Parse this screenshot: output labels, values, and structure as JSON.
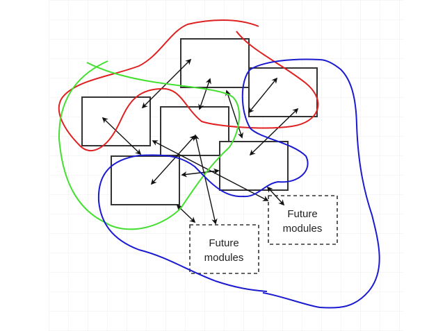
{
  "diagram": {
    "title": "",
    "modules": [
      {
        "id": "m1",
        "label": ""
      },
      {
        "id": "m2",
        "label": ""
      },
      {
        "id": "m3",
        "label": ""
      },
      {
        "id": "m4",
        "label": ""
      },
      {
        "id": "m5",
        "label": ""
      },
      {
        "id": "m6",
        "label": ""
      }
    ],
    "future_modules": [
      {
        "id": "f1",
        "line1": "Future",
        "line2": "modules"
      },
      {
        "id": "f2",
        "line1": "Future",
        "line2": "modules"
      }
    ],
    "groupings": [
      {
        "name": "red-grouping",
        "color": "#e02020"
      },
      {
        "name": "green-grouping",
        "color": "#44e030"
      },
      {
        "name": "blue-grouping",
        "color": "#1a1ad0"
      }
    ],
    "colors": {
      "box": "#333333",
      "arrow": "#111111",
      "grid": "#eeeeee"
    }
  }
}
